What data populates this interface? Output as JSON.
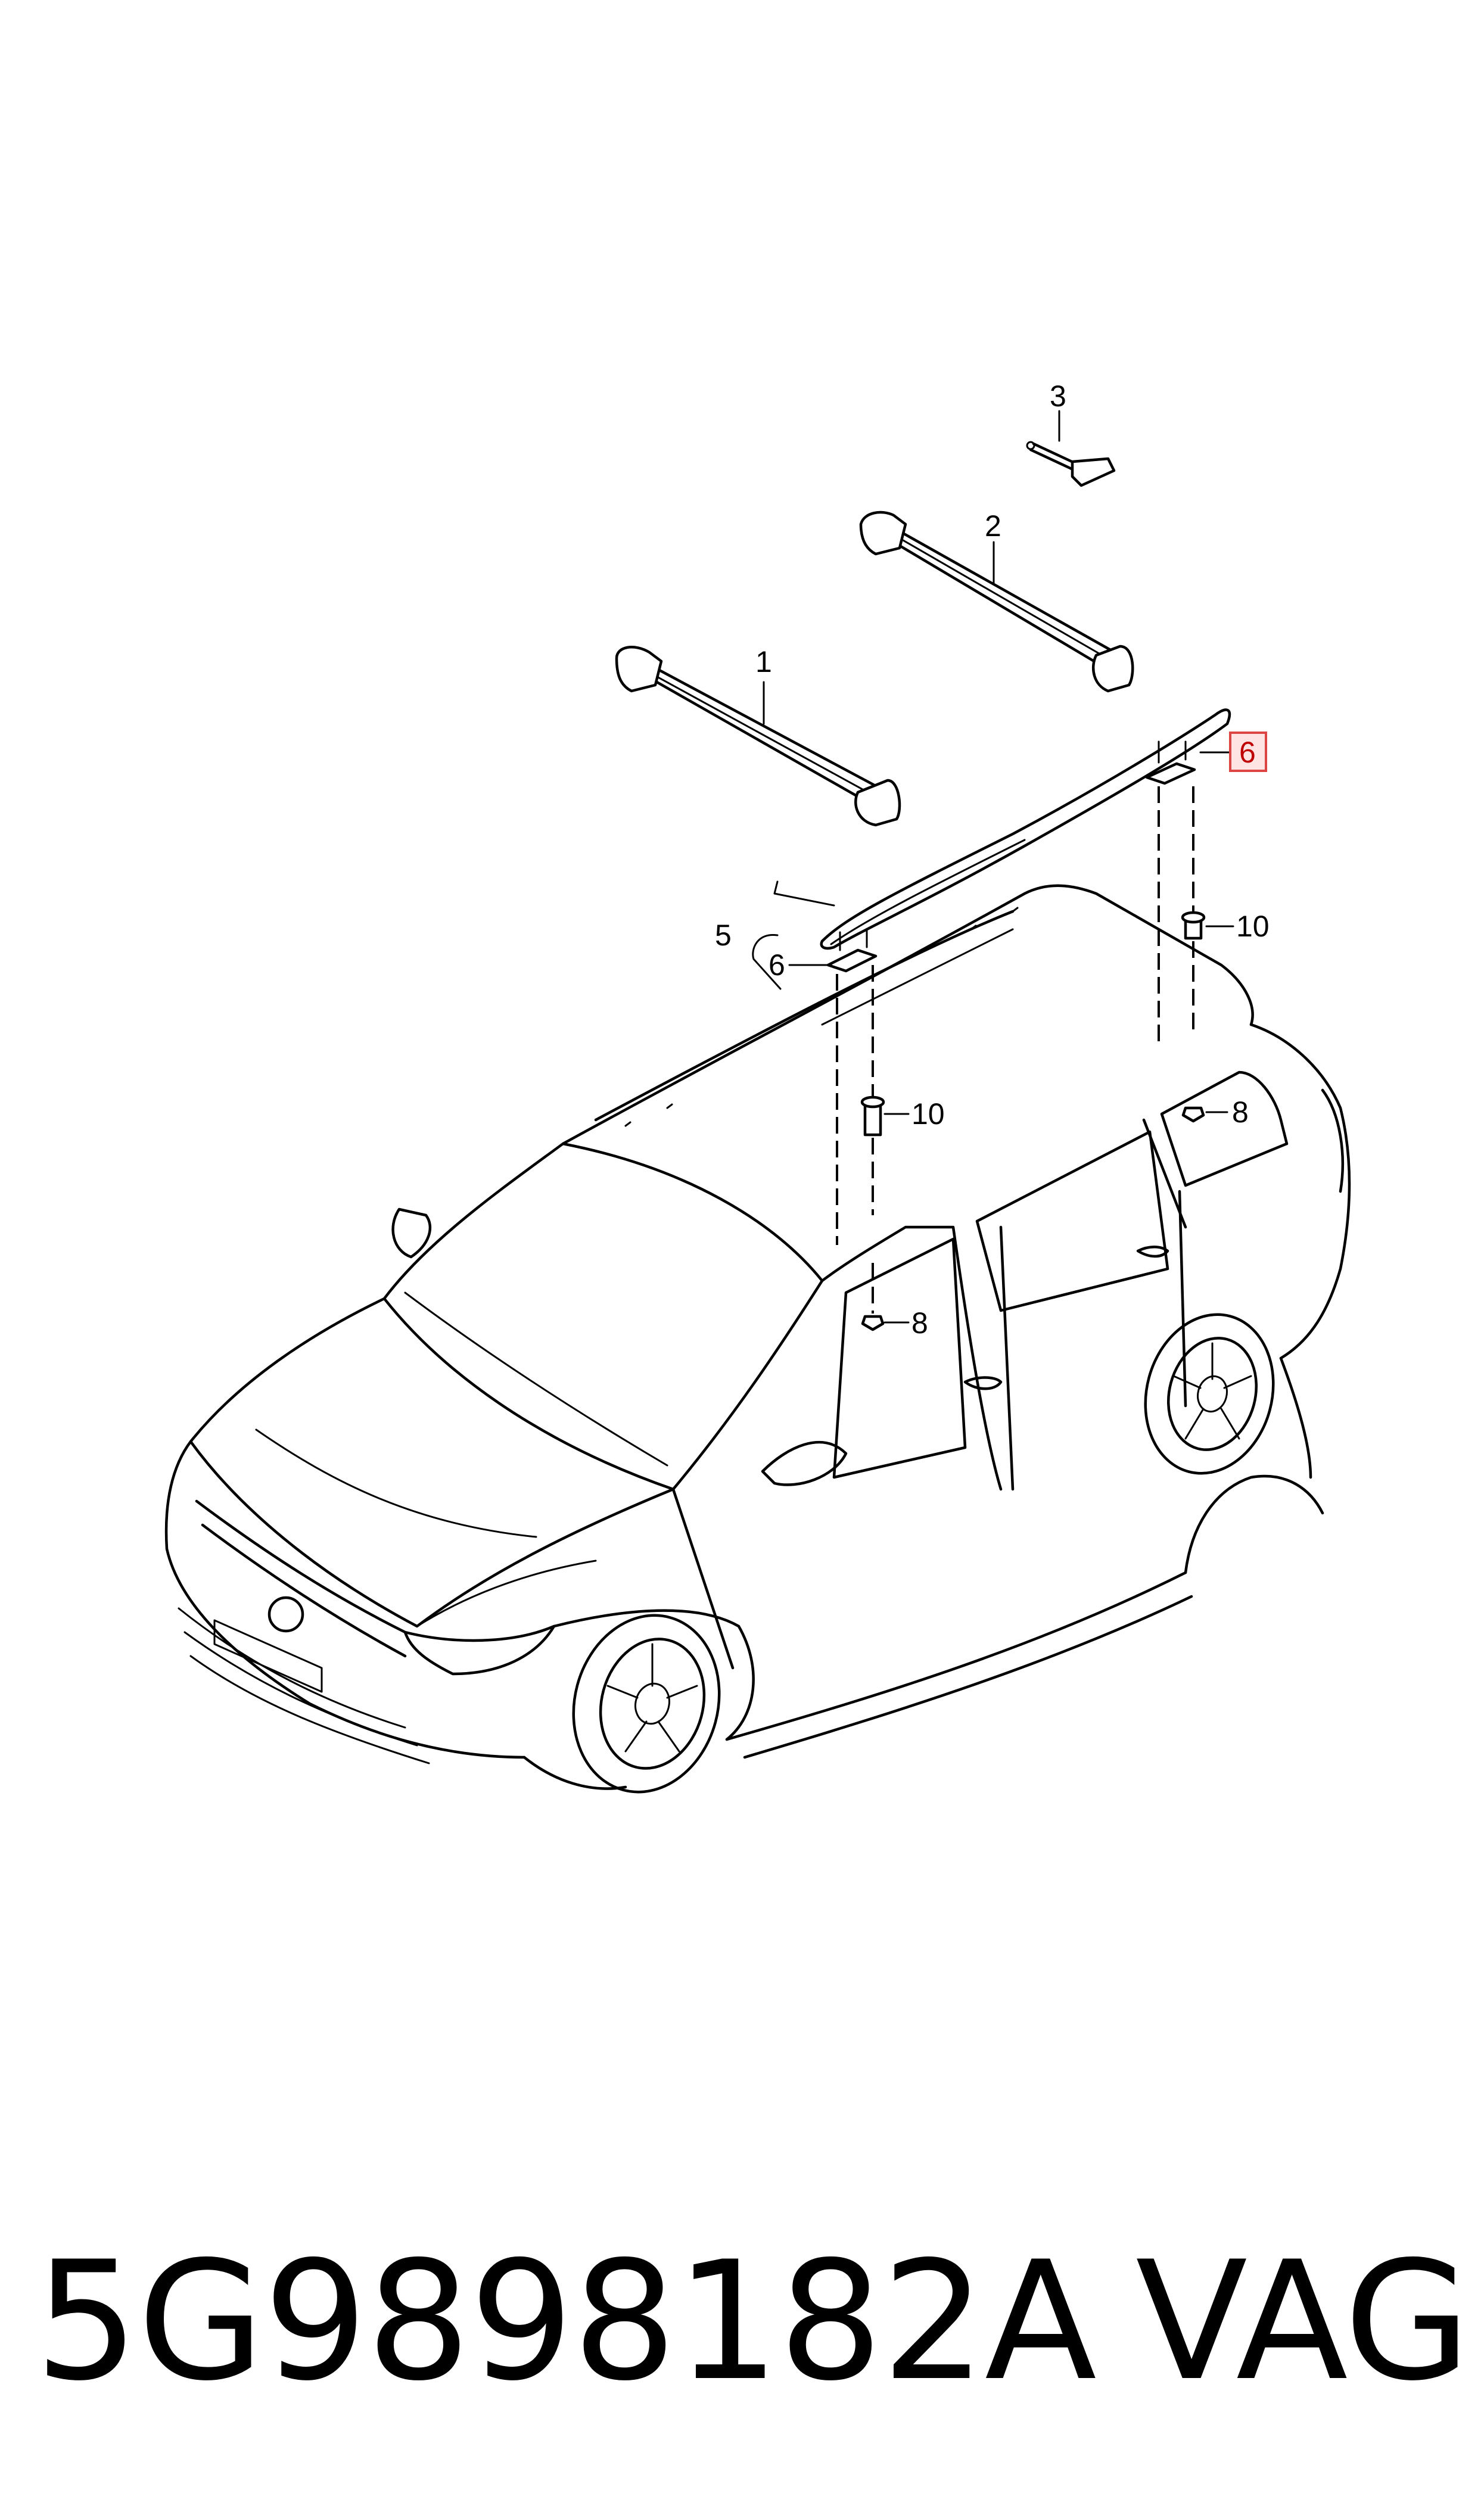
{
  "diagram": {
    "callouts": {
      "c1": "1",
      "c2": "2",
      "c3": "3",
      "c5": "5",
      "c6_left": "6",
      "c6_right": "6",
      "c8_left": "8",
      "c8_right": "8",
      "c10_left": "10",
      "c10_right": "10"
    },
    "highlighted_callout": "6",
    "highlight_color": "#ffe4e4"
  },
  "footer": {
    "part_number": "5G9898182A",
    "brand": "VAG"
  }
}
